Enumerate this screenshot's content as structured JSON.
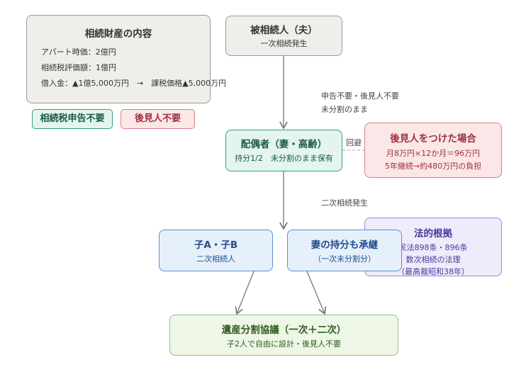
{
  "estate": {
    "title": "相続財産の内容",
    "line1": "アパート時価：2億円",
    "line2": "相続税評価額：1億円",
    "line3": "借入金：▲1億5,000万円　→　課税価格▲5,000万円"
  },
  "tags": {
    "no_tax_return": "相続税申告不要",
    "no_guardian": "後見人不要"
  },
  "decedent": {
    "title": "被相続人（夫）",
    "sub": "一次相続発生"
  },
  "note_first": {
    "line1": "申告不要・後見人不要",
    "line2": "未分割のまま"
  },
  "spouse": {
    "title": "配偶者（妻・高齢）",
    "sub": "持分1/2　未分割のまま保有"
  },
  "avoid_label": "回避",
  "guardian_case": {
    "title": "後見人をつけた場合",
    "line1": "月8万円×12か月＝96万円",
    "line2": "5年継続→約480万円の負担"
  },
  "note_second": "二次相続発生",
  "legal": {
    "title": "法的根拠",
    "line1": "民法898条・896条",
    "line2": "数次相続の法理",
    "line3": "（最高裁昭和38年）"
  },
  "children": {
    "title": "子A・子B",
    "sub": "二次相続人"
  },
  "wife_share": {
    "title": "妻の持分も承継",
    "sub": "（一次未分割分）"
  },
  "agreement": {
    "title": "遺産分割協議（一次＋二次）",
    "sub": "子2人で自由に設計・後見人不要"
  }
}
